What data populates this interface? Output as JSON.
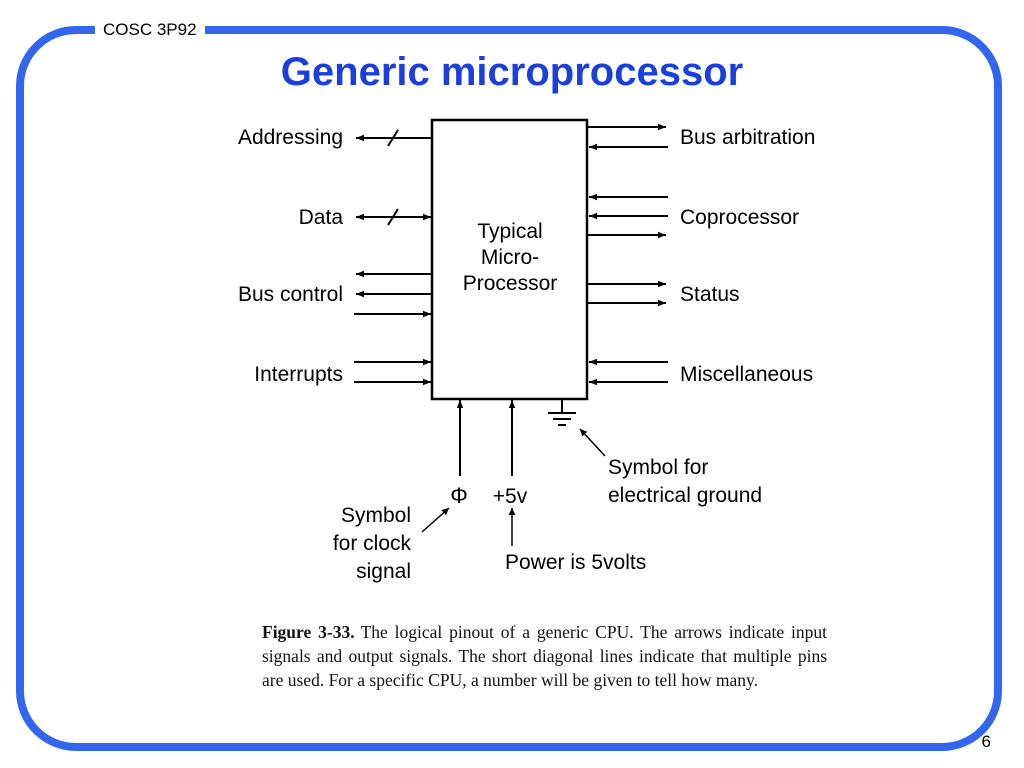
{
  "header": {
    "course": "COSC 3P92",
    "title": "Generic microprocessor",
    "page_number": "6"
  },
  "diagram": {
    "cpu_label": [
      "Typical",
      "Micro-",
      "Processor"
    ],
    "left_groups": {
      "addressing": "Addressing",
      "data": "Data",
      "bus_control": "Bus control",
      "interrupts": "Interrupts"
    },
    "right_groups": {
      "bus_arbitration": "Bus arbitration",
      "coprocessor": "Coprocessor",
      "status": "Status",
      "miscellaneous": "Miscellaneous"
    },
    "bottom": {
      "clock_symbol": "Φ",
      "power": "+5v",
      "clock_note": [
        "Symbol",
        "for clock",
        "signal"
      ],
      "power_note": "Power is 5volts",
      "ground_note": [
        "Symbol for",
        "electrical ground"
      ]
    }
  },
  "caption": {
    "label": "Figure 3-33.",
    "text": "The logical pinout of a generic CPU.  The arrows indicate input signals and output signals.  The short diagonal lines indicate that multiple pins are used.  For a specific CPU, a number will be given to tell how many."
  }
}
